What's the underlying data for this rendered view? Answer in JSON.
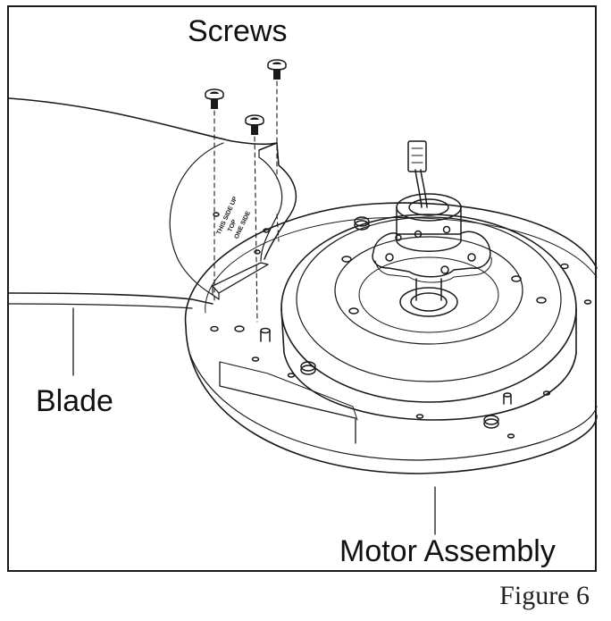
{
  "labels": {
    "screws": "Screws",
    "blade": "Blade",
    "motor_assembly": "Motor Assembly"
  },
  "caption": "Figure 6",
  "blade_print": [
    "THIS SIDE UP",
    "TOP",
    "ONE SIDE"
  ],
  "colors": {
    "line": "#1a1a1a",
    "background": "#ffffff",
    "shade": "#e6e6e6"
  }
}
